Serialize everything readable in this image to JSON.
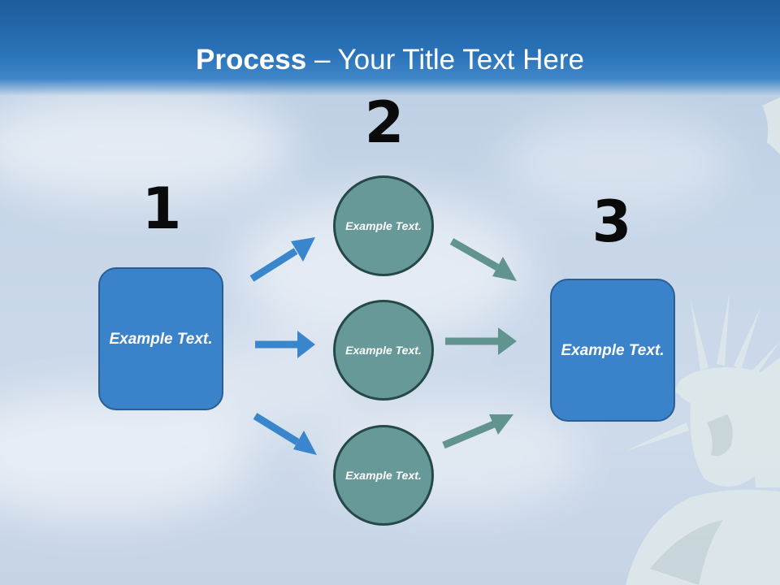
{
  "title": {
    "bold": "Process",
    "rest": " – Your Title Text Here"
  },
  "steps": [
    {
      "number": "1",
      "text": "Example Text."
    },
    {
      "number": "2",
      "items": [
        "Example Text.",
        "Example Text.",
        "Example Text."
      ]
    },
    {
      "number": "3",
      "text": "Example Text."
    }
  ],
  "colors": {
    "header": "#2a72b8",
    "box_fill": "#3a82c9",
    "circle_fill": "#679998",
    "circle_border": "#254848",
    "arrow_blue": "#3a86cc",
    "arrow_teal": "#62948f"
  },
  "background": "sky-with-statue-of-liberty"
}
